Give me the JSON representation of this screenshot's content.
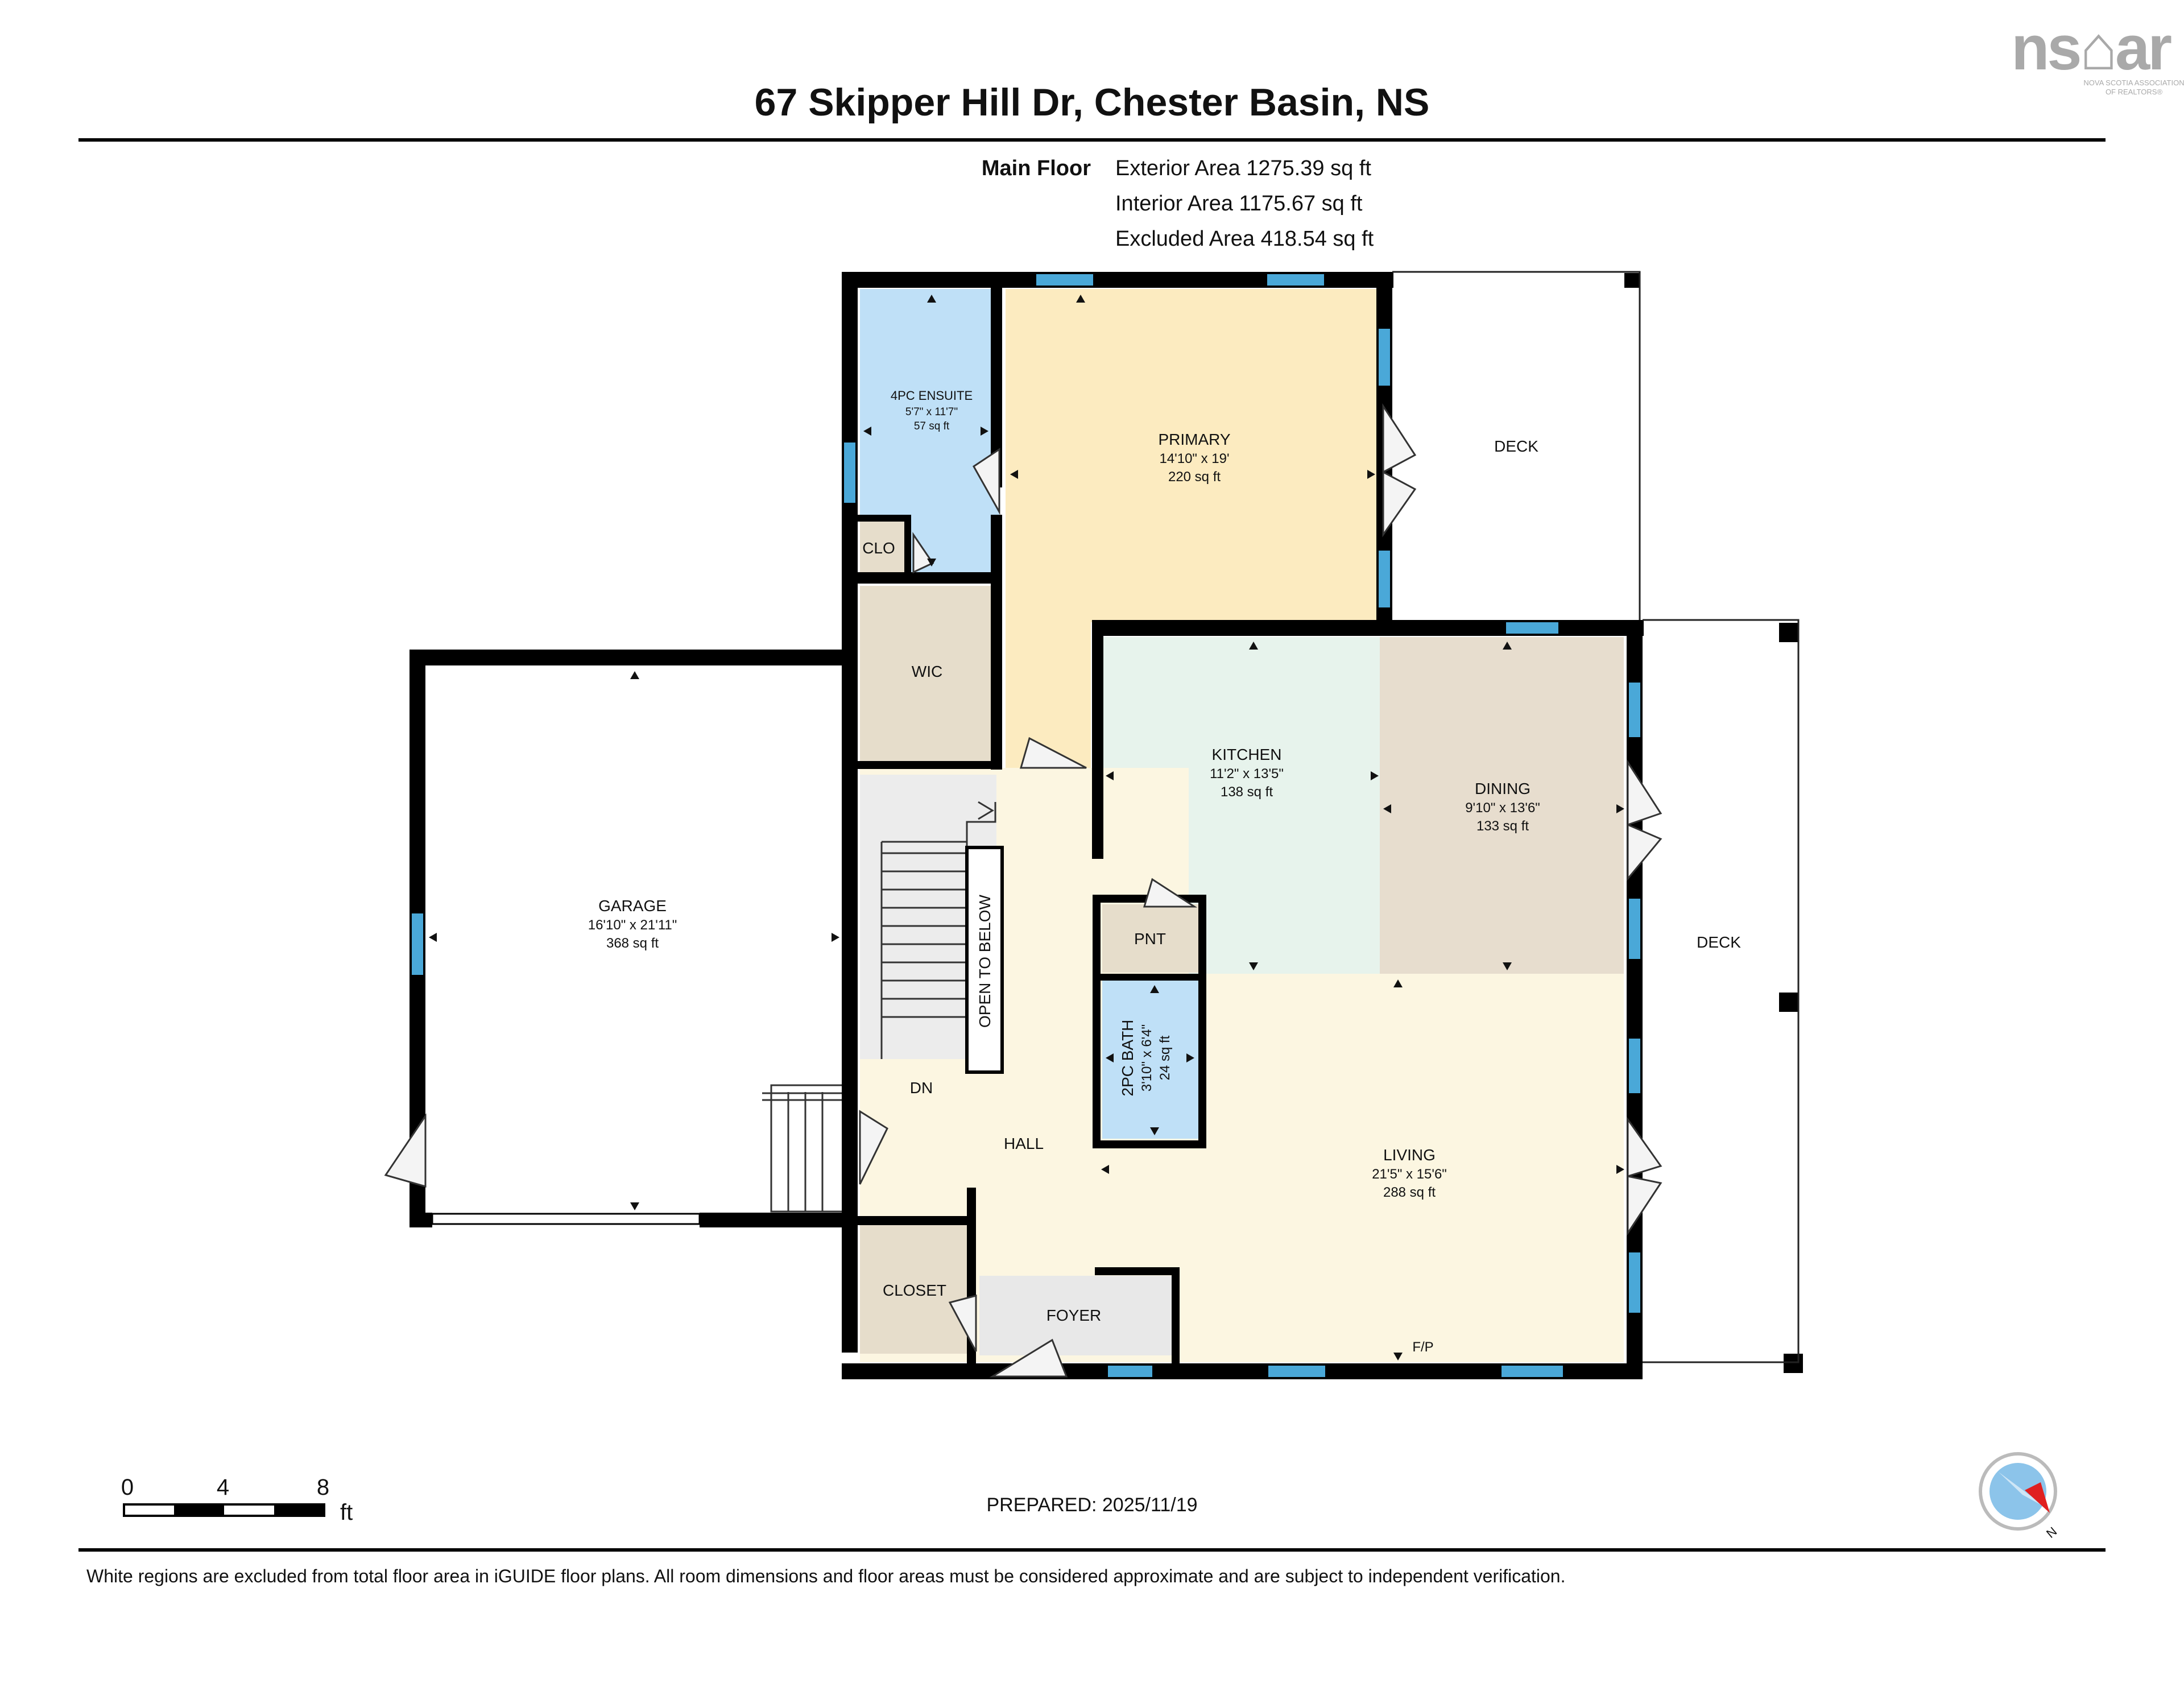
{
  "header": {
    "title": "67 Skipper Hill Dr, Chester Basin, NS",
    "floor_label": "Main Floor",
    "areas": [
      "Exterior Area 1275.39 sq ft",
      "Interior Area 1175.67 sq ft",
      "Excluded Area 418.54 sq ft"
    ]
  },
  "logo": {
    "text": "ns⌂ar",
    "tagline_1": "NOVA SCOTIA ASSOCIATION",
    "tagline_2": "OF REALTORS®"
  },
  "rooms": {
    "ensuite": {
      "name": "4PC ENSUITE",
      "dim": "5'7\" x 11'7\"",
      "area": "57 sq ft"
    },
    "primary": {
      "name": "PRIMARY",
      "dim": "14'10\" x 19'",
      "area": "220 sq ft"
    },
    "deck_top": {
      "name": "DECK"
    },
    "clo": {
      "name": "CLO"
    },
    "wic": {
      "name": "WIC"
    },
    "garage": {
      "name": "GARAGE",
      "dim": "16'10\" x 21'11\"",
      "area": "368 sq ft"
    },
    "kitchen": {
      "name": "KITCHEN",
      "dim": "11'2\" x 13'5\"",
      "area": "138 sq ft"
    },
    "dining": {
      "name": "DINING",
      "dim": "9'10\" x 13'6\"",
      "area": "133 sq ft"
    },
    "deck_right": {
      "name": "DECK"
    },
    "pnt": {
      "name": "PNT"
    },
    "open_to_below": {
      "name": "OPEN TO BELOW"
    },
    "bath2": {
      "name": "2PC BATH",
      "dim": "3'10\" x 6'4\"",
      "area": "24 sq ft"
    },
    "dn": {
      "name": "DN"
    },
    "hall": {
      "name": "HALL"
    },
    "living": {
      "name": "LIVING",
      "dim": "21'5\" x 15'6\"",
      "area": "288 sq ft"
    },
    "closet": {
      "name": "CLOSET"
    },
    "foyer": {
      "name": "FOYER"
    },
    "fp": {
      "name": "F/P"
    }
  },
  "scale": {
    "ticks": [
      "0",
      "4",
      "8"
    ],
    "unit": "ft"
  },
  "prepared": "PREPARED: 2025/11/19",
  "compass": {
    "label": "N"
  },
  "footer": "White regions are excluded from total floor area in iGUIDE floor plans. All room dimensions and floor areas must be considered approximate and are subject to independent verification.",
  "colors": {
    "ensuite": "#bfe0f7",
    "primary": "#fcebc0",
    "kitchen": "#e7f3ec",
    "dining": "#e7ddce",
    "living": "#fcf6e1",
    "wic": "#e6ddcb",
    "closet": "#e6ddcb",
    "pnt": "#e6ddcb",
    "bath2": "#bfe0f7",
    "foyer": "#e8e8e8",
    "stairs": "#ececec",
    "window": "#4aa8d8"
  }
}
